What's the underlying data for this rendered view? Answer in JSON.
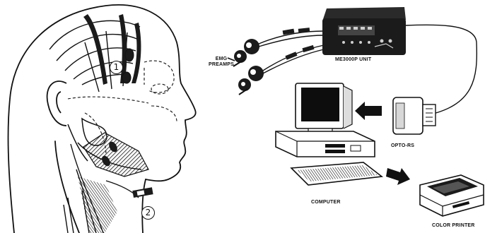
{
  "labels": {
    "emg_preamps_line1": "EMG",
    "emg_preamps_line2": "PREAMPS",
    "unit": "ME3000P UNIT",
    "opto": "OPTO-RS",
    "computer": "COMPUTER",
    "printer": "COLOR PRINTER"
  },
  "markers": {
    "one": "1",
    "two": "2"
  },
  "colors": {
    "ink": "#111111",
    "device_dark": "#1b1b1b",
    "screen": "#0d0d0d",
    "paper": "#ffffff"
  }
}
